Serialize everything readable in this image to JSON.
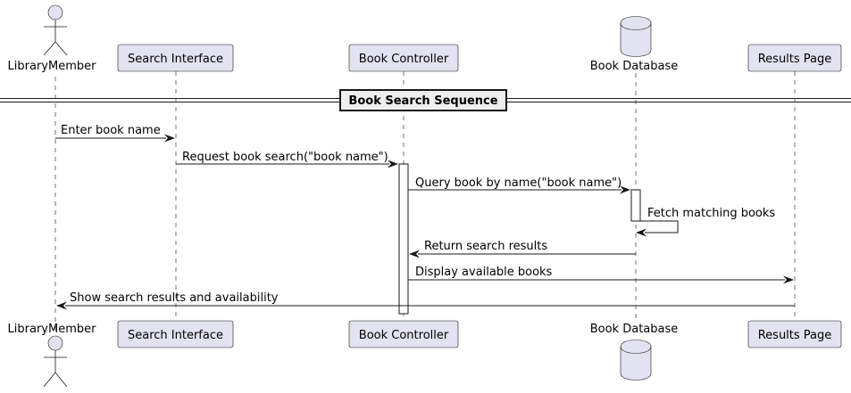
{
  "diagram": {
    "participants": [
      {
        "id": "member",
        "kind": "actor",
        "label": "LibraryMember"
      },
      {
        "id": "search",
        "kind": "box",
        "label": "Search Interface"
      },
      {
        "id": "controller",
        "kind": "box",
        "label": "Book Controller"
      },
      {
        "id": "db",
        "kind": "database",
        "label": "Book Database"
      },
      {
        "id": "results",
        "kind": "box",
        "label": "Results Page"
      }
    ],
    "divider": "Book Search Sequence",
    "messages": [
      {
        "from": "member",
        "to": "search",
        "label": "Enter book name"
      },
      {
        "from": "search",
        "to": "controller",
        "label": "Request book search(\"book name\")"
      },
      {
        "from": "controller",
        "to": "db",
        "label": "Query book by name(\"book name\")"
      },
      {
        "from": "db",
        "to": "db",
        "label": "Fetch matching books"
      },
      {
        "from": "db",
        "to": "controller",
        "label": "Return search results"
      },
      {
        "from": "controller",
        "to": "results",
        "label": "Display available books"
      },
      {
        "from": "results",
        "to": "member",
        "label": "Show search results and availability"
      }
    ]
  }
}
